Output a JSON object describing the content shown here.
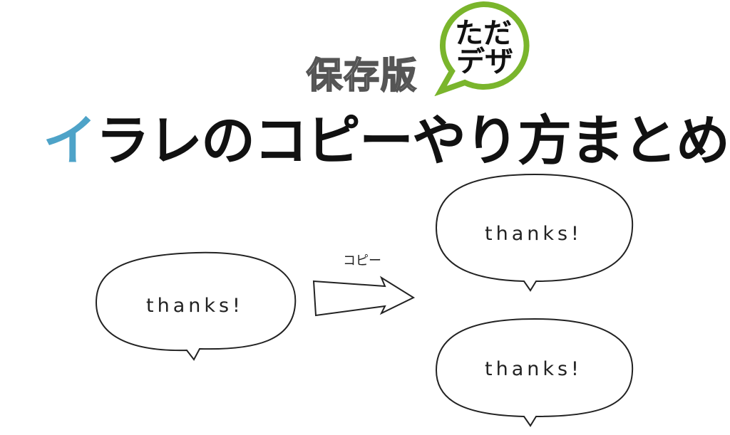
{
  "badge": "保存版",
  "logo": {
    "text": "ただデザ",
    "color": "#7ab52c"
  },
  "title": {
    "first": "イ",
    "rest": "ラレのコピーやり方まとめ",
    "accent": "#4ea3c8"
  },
  "copy_label": "コピー",
  "bubbles": [
    "thanks!",
    "thanks!",
    "thanks!"
  ]
}
